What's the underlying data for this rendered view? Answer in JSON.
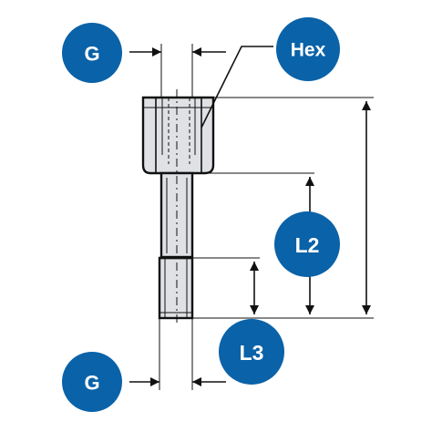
{
  "badges": {
    "g_top": "G",
    "hex": "Hex",
    "l2": "L2",
    "l3": "L3",
    "g_bottom": "G"
  },
  "colors": {
    "badge_fill": "#0a62a8",
    "part_fill": "#dfe1e4",
    "line": "#111111"
  }
}
